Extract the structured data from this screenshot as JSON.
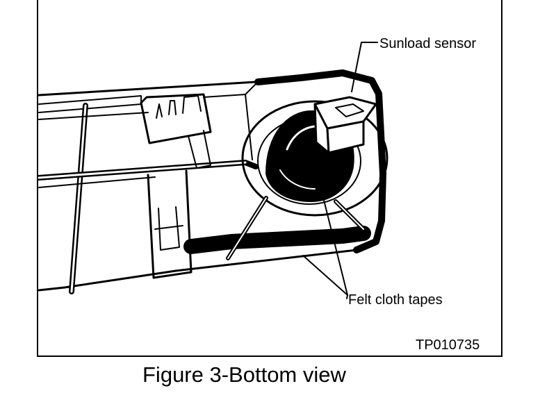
{
  "figure": {
    "callouts": {
      "sunload_sensor": "Sunload sensor",
      "felt_cloth_tapes": "Felt cloth tapes"
    },
    "figure_code": "TP010735",
    "caption": "Figure 3-Bottom view"
  }
}
